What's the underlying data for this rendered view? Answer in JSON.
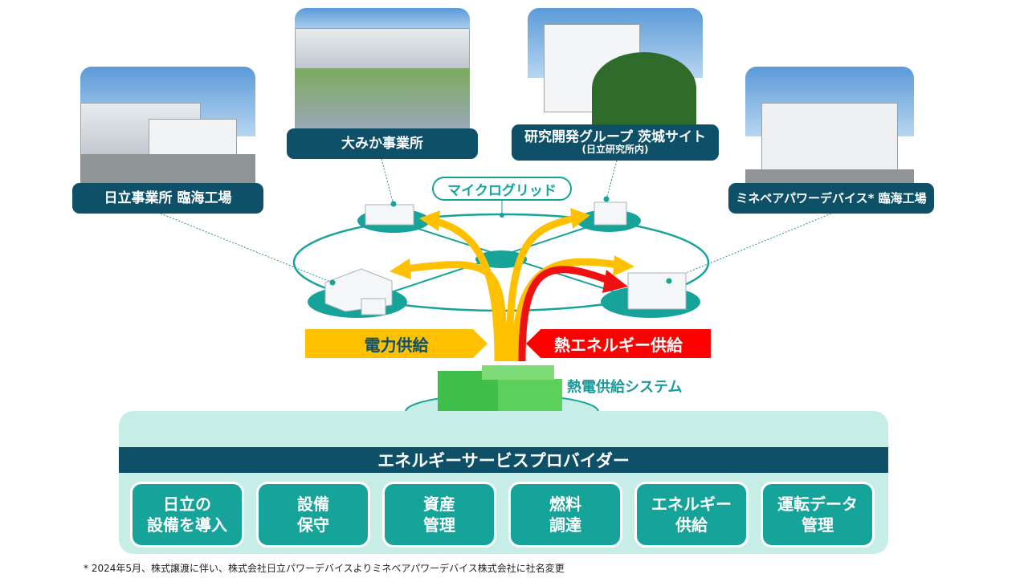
{
  "sites": [
    {
      "name": "日立事業所 臨海工場"
    },
    {
      "name": "大みか事業所"
    },
    {
      "name": "研究開発グループ 茨城サイト",
      "sub": "(日立研究所内)"
    },
    {
      "name": "ミネベアパワーデバイス* 臨海工場"
    }
  ],
  "microgrid_label": "マイクログリッド",
  "power_supply": "電力供給",
  "heat_supply": "熱エネルギー供給",
  "system_label": "熱電供給システム",
  "provider_title": "エネルギーサービスプロバイダー",
  "services": [
    {
      "l1": "日立の",
      "l2": "設備を導入"
    },
    {
      "l1": "設備",
      "l2": "保守"
    },
    {
      "l1": "資産",
      "l2": "管理"
    },
    {
      "l1": "燃料",
      "l2": "調達"
    },
    {
      "l1": "エネルギー",
      "l2": "供給"
    },
    {
      "l1": "運転データ",
      "l2": "管理"
    }
  ],
  "footnote": "* 2024年5月、株式譲渡に伴い、株式会社日立パワーデバイスよりミネベアパワーデバイス株式会社に社名変更",
  "colors": {
    "navy": "#0d5068",
    "teal": "#16a39a",
    "yellow": "#ffc000",
    "red": "#ff0000",
    "mint": "#c6eee6"
  }
}
